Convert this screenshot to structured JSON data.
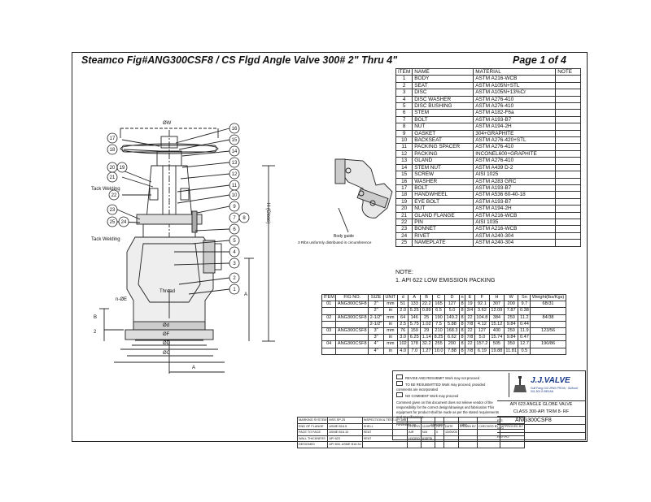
{
  "header": {
    "title": "Steamco Fig#ANG300CSF8 / CS Flgd Angle Valve 300#  2\" Thru 4\"",
    "page": "Page 1 of 4"
  },
  "materials": {
    "headers": [
      "ITEM",
      "NAME",
      "MATERIAL",
      "NOTE"
    ],
    "rows": [
      [
        "1",
        "BODY",
        "ASTM A216-WCB"
      ],
      [
        "2",
        "SEAT",
        "ASTM A105N+STL"
      ],
      [
        "3",
        "DISC",
        "ASTM A105N+13%Cr"
      ],
      [
        "4",
        "DISC WASHER",
        "ASTM A276-410"
      ],
      [
        "5",
        "DISC BUSHING",
        "ASTM A276-410"
      ],
      [
        "6",
        "STEM",
        "ASTM A182-F6a"
      ],
      [
        "7",
        "BOLT",
        "ASTM A193-B7"
      ],
      [
        "8",
        "NUT",
        "ASTM A194-2H"
      ],
      [
        "9",
        "GASKET",
        "304+GRAPHITE"
      ],
      [
        "10",
        "BACKSEAT",
        "ASTM A276-420+STL"
      ],
      [
        "11",
        "PACKING SPACER",
        "ASTM A276-410"
      ],
      [
        "12",
        "PACKING",
        "INCONEL600+GRAPHITE"
      ],
      [
        "13",
        "GLAND",
        "ASTM A276-410"
      ],
      [
        "14",
        "STEM NUT",
        "ASTM A439 D-2"
      ],
      [
        "15",
        "SCREW",
        "AISI 1025"
      ],
      [
        "16",
        "WASHER",
        "ASTM A283 GRC"
      ],
      [
        "17",
        "BOLT",
        "ASTM A193-B7"
      ],
      [
        "18",
        "HANDWHEEL",
        "ASTM A536 60-40-18"
      ],
      [
        "19",
        "EYE BOLT",
        "ASTM A193-B7"
      ],
      [
        "20",
        "NUT",
        "ASTM A194-2H"
      ],
      [
        "21",
        "GLAND FLANGE",
        "ASTM A216-WCB"
      ],
      [
        "22",
        "PIN",
        "AISI 1035"
      ],
      [
        "23",
        "BONNET",
        "ASTM A216-WCB"
      ],
      [
        "24",
        "RIVET",
        "ASTM A240-304"
      ],
      [
        "25",
        "NAMEPLATE",
        "ASTM A240-304"
      ]
    ]
  },
  "notes": {
    "heading": "NOTE:",
    "items": [
      "1. API 622 LOW EMISSION PACKING"
    ]
  },
  "dimensions": {
    "headers": [
      "ITEM",
      "FIG NO.",
      "SIZE",
      "UNIT",
      "d",
      "A",
      "B",
      "C",
      "D",
      "n",
      "E",
      "F",
      "H",
      "W",
      "Sn",
      "Weight(lbs/Kgs)"
    ],
    "rows": [
      [
        "01",
        "ANG300CSF8",
        "2\"",
        "mm",
        "51",
        "133",
        "22.2",
        "165",
        "127",
        "8",
        "19",
        "92.1",
        "307",
        "200",
        "9.7",
        "68/31"
      ],
      [
        "",
        "",
        "2\"",
        "in",
        "2.0",
        "5.25",
        "0.89",
        "6.5",
        "5.0",
        "8",
        "3/4",
        "3.62",
        "12.09",
        "7.87",
        "0.38",
        ""
      ],
      [
        "02",
        "ANG300CSF8",
        "2-1/2\"",
        "mm",
        "64",
        "146",
        "25",
        "190",
        "149.2",
        "8",
        "22",
        "104.8",
        "384",
        "250",
        "11.2",
        "84/38"
      ],
      [
        "",
        "",
        "2-1/2\"",
        "in",
        "2.5",
        "5.75",
        "1.02",
        "7.5",
        "5.88",
        "8",
        "7/8",
        "4.12",
        "15.12",
        "9.84",
        "0.44",
        ""
      ],
      [
        "03",
        "ANG300CSF8",
        "3\"",
        "mm",
        "76",
        "159",
        "29",
        "210",
        "168.3",
        "8",
        "22",
        "127",
        "400",
        "250",
        "11.9",
        "123/56"
      ],
      [
        "",
        "",
        "3\"",
        "in",
        "3.0",
        "6.25",
        "1.14",
        "8.25",
        "6.62",
        "8",
        "7/8",
        "5.0",
        "15.74",
        "9.84",
        "0.47",
        ""
      ],
      [
        "04",
        "ANG300CSF8",
        "4\"",
        "mm",
        "102",
        "178",
        "32.2",
        "255",
        "200",
        "8",
        "22",
        "157.2",
        "505",
        "350",
        "12.7",
        "190/86"
      ],
      [
        "",
        "",
        "4\"",
        "in",
        "4.0",
        "7.0",
        "1.27",
        "10.0",
        "7.88",
        "8",
        "7/8",
        "6.19",
        "19.88",
        "11.81",
        "0.5",
        ""
      ]
    ]
  },
  "drawing_labels": {
    "phiW": "ØW",
    "thread": "Thread",
    "tack1": "Tack Welding",
    "tack2": "Tack Welding",
    "h_close": "H (Close)",
    "phid": "Ød",
    "phiF": "ØF",
    "phiD": "ØD",
    "phiC": "ØC",
    "nphiE": "n-ØE",
    "A": "A",
    "B": "B",
    "two": "2",
    "body_guide": "Body guide",
    "ribs": "3 Ribs uniformly distributed in circumference",
    "bubbles": [
      "17",
      "18",
      "20",
      "19",
      "21",
      "23",
      "24",
      "25",
      "22",
      "16",
      "15",
      "14",
      "13",
      "12",
      "11",
      "10",
      "9",
      "7",
      "8",
      "6",
      "5",
      "4",
      "3",
      "2",
      "1"
    ]
  },
  "title_block": {
    "company": "J.J.VALVE",
    "company_sub": "Gulf Fang 101 UPAS PRO/A · Gulfood · 901-501 B BEKAN",
    "desc1": "API 623 ANGLE GLOBE VALVE",
    "desc2": "CLASS 300-API TRIM 8- RF",
    "fig_label": "FIG.",
    "fig_no": "ANG300CSF8",
    "rev_label": "REV",
    "rev_po": "REF.PO",
    "checks": [
      "REVISE AND RESUBMIT  Work may not proceed",
      "TO BE RESUBMITTED  Work may proceed, provided comments are incorporated",
      "NO COMMENT  Work may proceed"
    ],
    "stamp_note": "Comment given on this document does not relieve vendor of the responsibility for the correct design/drawings and fabrication This equipment for product shall be made as per the stated requirements and specifications",
    "reviewed": "Reviewed by",
    "signature": "Signature",
    "date": "Date",
    "rev_rows": [
      [
        "MARKING SYSTEM",
        "MSS SP-25",
        "INSPECTION & TEST: API 598",
        "",
        "",
        "",
        "",
        "",
        "",
        ""
      ],
      [
        "END OF FLANGE",
        "ASME B16.5",
        "SHELL",
        "HYDRO",
        "1100PSI",
        "REV",
        "DATE",
        "DRAWN BY",
        "CHECKED BY",
        "APPROVED BY"
      ],
      [
        "FACE TO FACE",
        "ASME B16.10",
        "SEAT",
        "AIR",
        "N/A",
        "0",
        "13/05/05",
        "",
        "",
        ""
      ],
      [
        "WALL THICKNESS",
        "API 623",
        "SEAT",
        "HYDRO",
        "815PSI",
        "",
        "",
        "",
        "",
        ""
      ],
      [
        "DESIGNED",
        "API 600, ASME B16.34",
        "",
        "",
        "",
        "",
        "",
        "",
        "",
        ""
      ]
    ]
  }
}
